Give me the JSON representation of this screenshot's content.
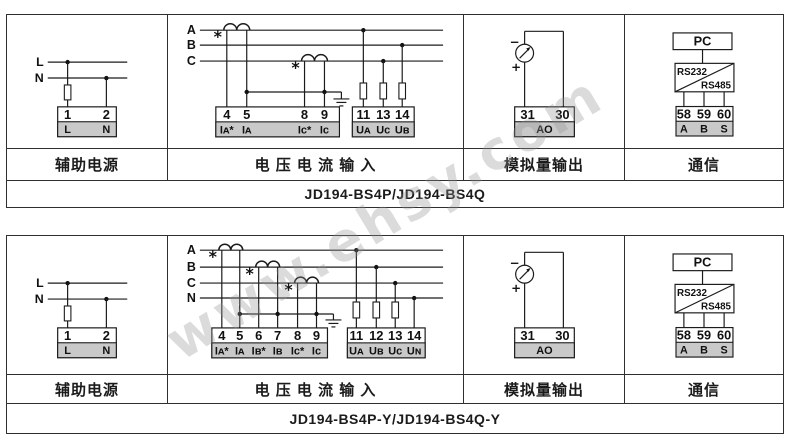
{
  "watermark": "www.ehsy.com",
  "t1": {
    "title": "JD194-BS4P/JD194-BS4Q",
    "aux": {
      "label": "辅助电源",
      "l": "L",
      "n": "N",
      "t1": "1",
      "t2": "2",
      "b1": "L",
      "b2": "N"
    },
    "vi": {
      "label": "电 压 电 流 输 入",
      "pa": "A",
      "pb": "B",
      "pc": "C",
      "star1": "*",
      "star2": "*",
      "c1": "4",
      "c2": "5",
      "c3": "8",
      "c4": "9",
      "cl1": "Iᴀ*",
      "cl2": "Iᴀ",
      "cl3": "Iᴄ*",
      "cl4": "Iᴄ",
      "v1": "11",
      "v2": "13",
      "v3": "14",
      "vl1": "Uᴀ",
      "vl2": "Uᴄ",
      "vl3": "Uʙ"
    },
    "ao": {
      "label": "模拟量输出",
      "minus": "−",
      "plus": "+",
      "t1": "31",
      "t2": "30",
      "name": "AO"
    },
    "comm": {
      "label": "通信",
      "pc": "PC",
      "rs232": "RS232",
      "rs485": "RS485",
      "t1": "58",
      "t2": "59",
      "t3": "60",
      "b1": "A",
      "b2": "B",
      "b3": "S"
    }
  },
  "t2": {
    "title": "JD194-BS4P-Y/JD194-BS4Q-Y",
    "aux": {
      "label": "辅助电源",
      "l": "L",
      "n": "N",
      "t1": "1",
      "t2": "2",
      "b1": "L",
      "b2": "N"
    },
    "vi": {
      "label": "电 压 电 流 输 入",
      "pa": "A",
      "pb": "B",
      "pc": "C",
      "pn": "N",
      "star1": "*",
      "star2": "*",
      "star3": "*",
      "c1": "4",
      "c2": "5",
      "c3": "6",
      "c4": "7",
      "c5": "8",
      "c6": "9",
      "cl1": "Iᴀ*",
      "cl2": "Iᴀ",
      "cl3": "Iʙ*",
      "cl4": "Iʙ",
      "cl5": "Iᴄ*",
      "cl6": "Iᴄ",
      "v1": "11",
      "v2": "12",
      "v3": "13",
      "v4": "14",
      "vl1": "Uᴀ",
      "vl2": "Uʙ",
      "vl3": "Uᴄ",
      "vl4": "Uɴ"
    },
    "ao": {
      "label": "模拟量输出",
      "minus": "−",
      "plus": "+",
      "t1": "31",
      "t2": "30",
      "name": "AO"
    },
    "comm": {
      "label": "通信",
      "pc": "PC",
      "rs232": "RS232",
      "rs485": "RS485",
      "t1": "58",
      "t2": "59",
      "t3": "60",
      "b1": "A",
      "b2": "B",
      "b3": "S"
    }
  }
}
